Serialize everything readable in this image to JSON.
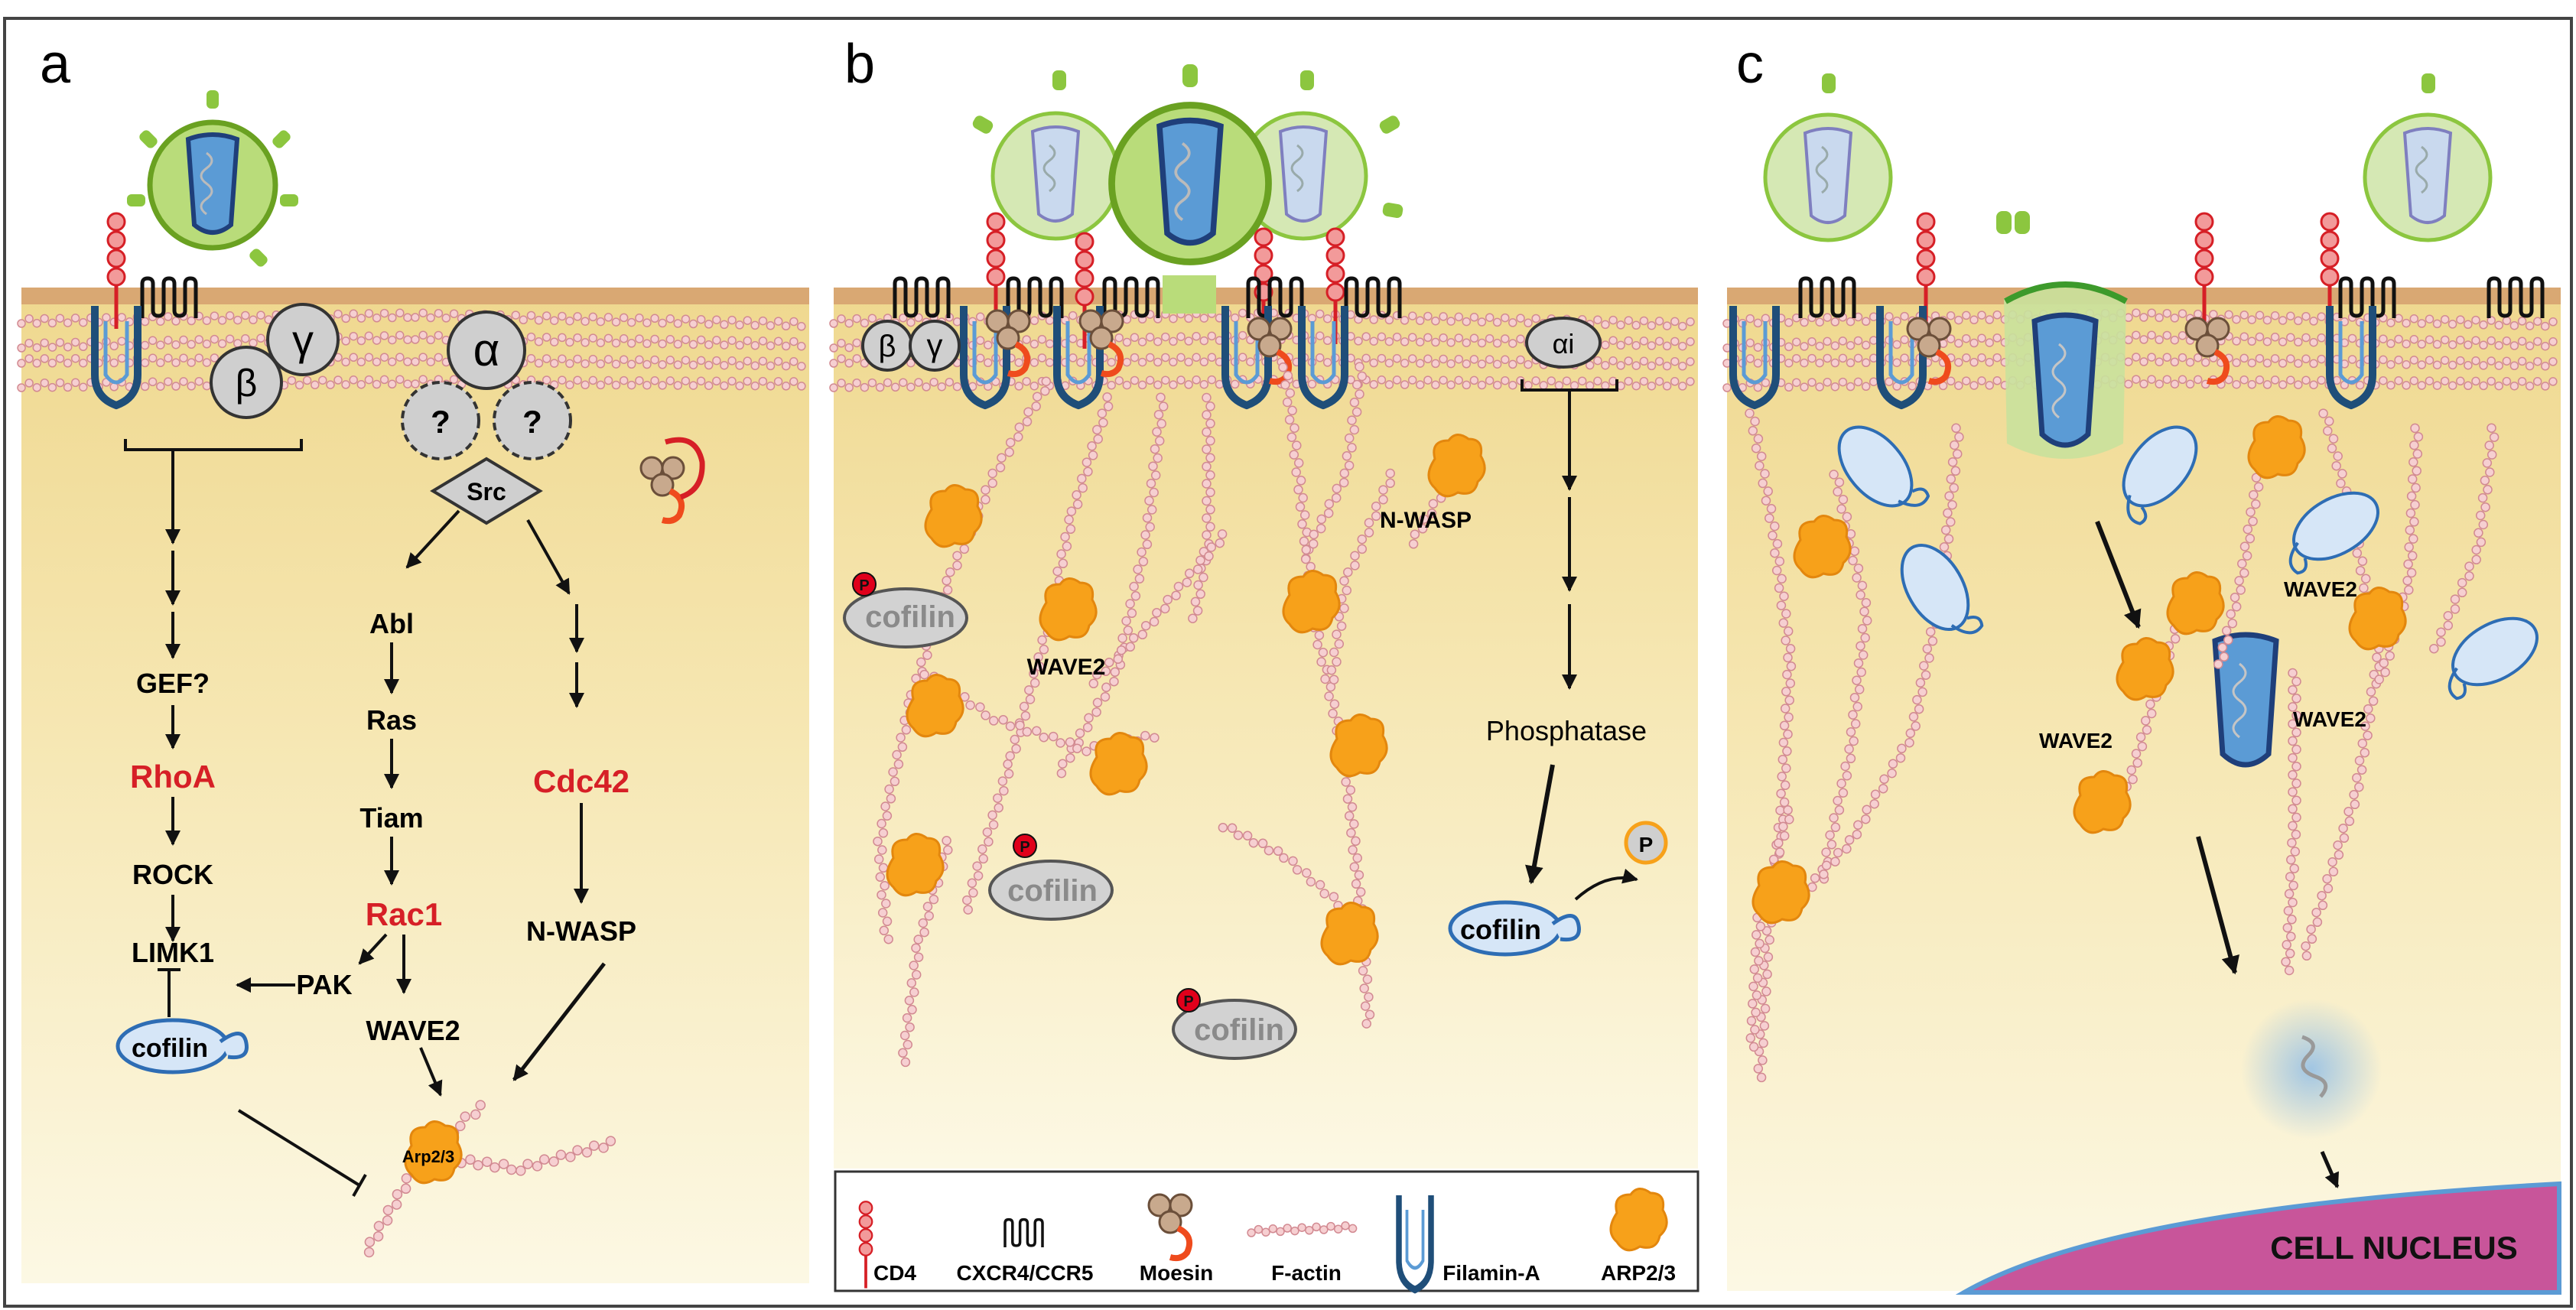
{
  "panels": {
    "a": {
      "letter": "a",
      "gprotein": {
        "alpha": "α",
        "beta": "β",
        "gamma": "γ",
        "unknown": "?",
        "src": "Src"
      },
      "pathway": {
        "gef": "GEF?",
        "rhoa": "RhoA",
        "rock": "ROCK",
        "limk1": "LIMK1",
        "cofilin": "cofilin",
        "abl": "Abl",
        "ras": "Ras",
        "tiam": "Tiam",
        "rac1": "Rac1",
        "pak": "PAK",
        "wave2": "WAVE2",
        "cdc42": "Cdc42",
        "nwasp": "N-WASP",
        "arp23": "Arp2/3"
      }
    },
    "b": {
      "letter": "b",
      "gprotein": {
        "beta": "β",
        "gamma": "γ",
        "alpha_i": "αi"
      },
      "labels": {
        "nwasp": "N-WASP",
        "wave2": "WAVE2",
        "phosphatase": "Phosphatase",
        "cofilin": "cofilin",
        "p": "P"
      }
    },
    "c": {
      "letter": "c",
      "labels": {
        "wave2": "WAVE2",
        "nucleus": "CELL NUCLEUS"
      }
    }
  },
  "legend": [
    {
      "icon": "cd4-icon",
      "label": "CD4"
    },
    {
      "icon": "coreceptor-icon",
      "label": "CXCR4/CCR5"
    },
    {
      "icon": "moesin-icon",
      "label": "Moesin"
    },
    {
      "icon": "f-actin-icon",
      "label": "F-actin"
    },
    {
      "icon": "filamin-a-icon",
      "label": "Filamin-A"
    },
    {
      "icon": "arp23-icon",
      "label": "ARP2/3"
    }
  ],
  "colors": {
    "highlight_red": "#d61f26",
    "arp_orange": "#f7a11a",
    "virus_green": "#8cc63f",
    "capsid_blue": "#5b9bd5",
    "actin_pink": "#e8a3a6",
    "cytoplasm_top": "#f1dd99",
    "cytoplasm_bottom": "#fbf6dc",
    "nucleus_pink": "#c8559a",
    "filamin_blue": "#1f4e79"
  }
}
